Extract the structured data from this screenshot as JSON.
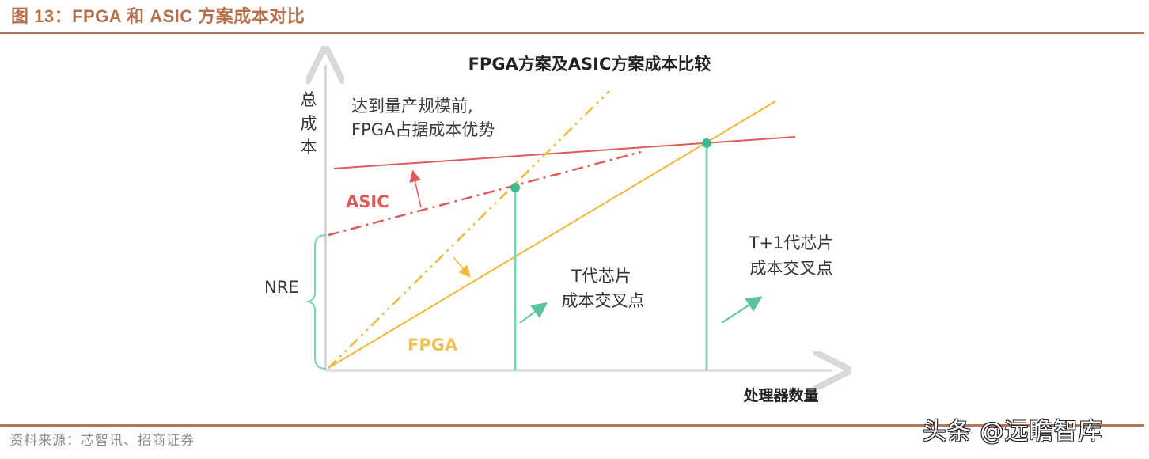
{
  "figure": {
    "header": "图 13：FPGA 和 ASIC 方案成本对比",
    "source": "资料来源：芯智讯、招商证券",
    "watermark": "头条 @远瞻智库"
  },
  "colors": {
    "header_brown": "#B5704E",
    "asic_red": "#E05A5A",
    "fpga_yellow": "#F0B93C",
    "crossover_green": "#7ED3B8",
    "axis_gray": "#D8D8D8",
    "text_dark": "#333333"
  },
  "chart_data": {
    "type": "line",
    "title": "FPGA方案及ASIC方案成本比较",
    "xlabel": "处理器数量",
    "ylabel": "总成本",
    "grid": false,
    "series": [
      {
        "name": "ASIC (T+1代)",
        "style": "solid",
        "color": "#E05A5A",
        "x": [
          0.02,
          0.92
        ],
        "y": [
          0.65,
          0.75
        ]
      },
      {
        "name": "ASIC (T代)",
        "style": "dash-dot",
        "color": "#E05A5A",
        "x": [
          0.0,
          0.62
        ],
        "y": [
          0.44,
          0.7
        ]
      },
      {
        "name": "FPGA (T代)",
        "style": "dash-dot",
        "color": "#F0B93C",
        "x": [
          0.0,
          0.56
        ],
        "y": [
          0.0,
          0.89
        ]
      },
      {
        "name": "FPGA (T+1代)",
        "style": "solid",
        "color": "#F0B93C",
        "x": [
          0.0,
          0.89
        ],
        "y": [
          0.0,
          0.86
        ]
      }
    ],
    "crossover_points": [
      {
        "label": "T代芯片成本交叉点",
        "x": 0.38,
        "y": 0.59
      },
      {
        "label": "T+1代芯片成本交叉点",
        "x": 0.75,
        "y": 0.73
      }
    ],
    "annotations": [
      "达到量产规模前，FPGA占据成本优势",
      "ASIC",
      "FPGA",
      "NRE",
      "T代芯片 成本交叉点",
      "T+1代芯片 成本交叉点"
    ]
  },
  "chart": {
    "title": "FPGA方案及ASIC方案成本比较",
    "y_label_chars": [
      "总",
      "成",
      "本"
    ],
    "x_label": "处理器数量",
    "note_line1": "达到量产规模前,",
    "note_line2": "FPGA占据成本优势",
    "asic_label": "ASIC",
    "fpga_label": "FPGA",
    "nre_label": "NRE",
    "cross_t_line1": "T代芯片",
    "cross_t_line2": "成本交叉点",
    "cross_t1_line1": "T+1代芯片",
    "cross_t1_line2": "成本交叉点"
  }
}
